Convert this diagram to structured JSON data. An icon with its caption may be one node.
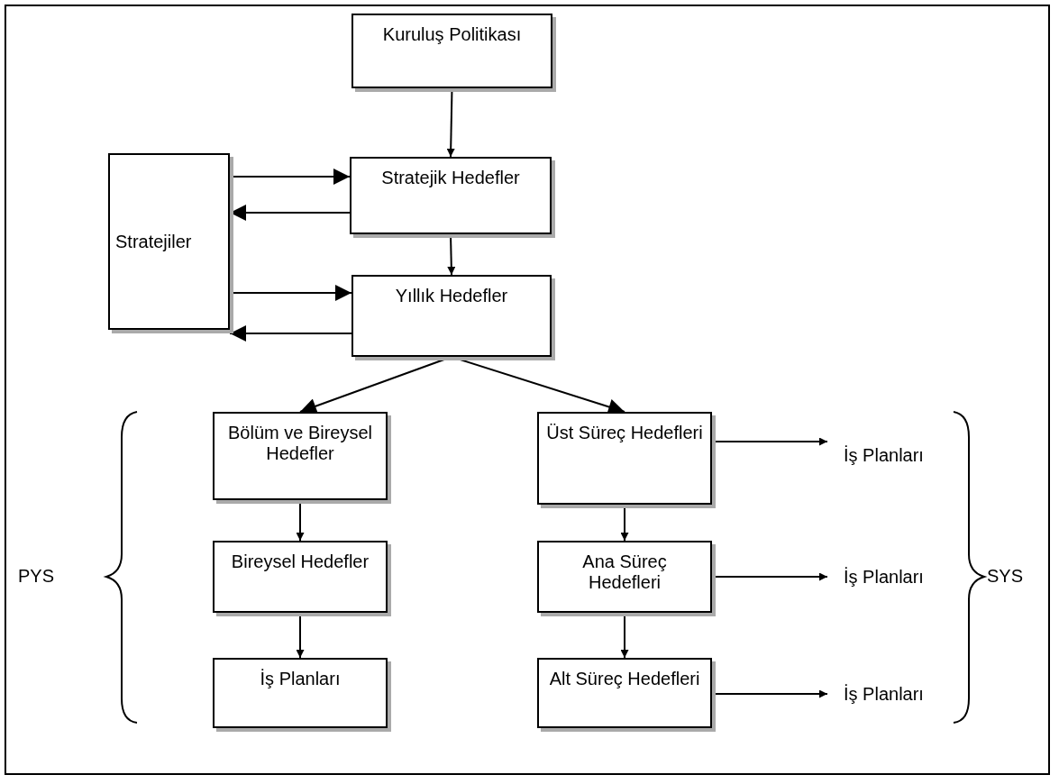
{
  "diagram": {
    "nodes": [
      {
        "text": [
          "Kuruluş Politikası"
        ]
      },
      {
        "text": [
          "Stratejik Hedefler"
        ]
      },
      {
        "text": [
          "Stratejiler"
        ]
      },
      {
        "text": [
          "Yıllık Hedefler"
        ]
      },
      {
        "text": [
          "Bölüm ve Bireysel Hedefler"
        ]
      },
      {
        "text": [
          "Üst Süreç Hedefleri"
        ]
      },
      {
        "text": [
          "İş Planları"
        ]
      },
      {
        "text": [
          "Bireysel Hedefler"
        ]
      },
      {
        "text": [
          "Ana Süreç Hedefleri"
        ]
      },
      {
        "text": [
          "İş Planları"
        ]
      },
      {
        "text": [
          "İş Planları"
        ]
      },
      {
        "text": [
          "Alt Süreç Hedefleri"
        ]
      },
      {
        "text": [
          "İş Planları"
        ]
      }
    ],
    "edges": [
      {
        "from": 0,
        "to": 1,
        "arrow": "to"
      },
      {
        "from": 2,
        "to": 1,
        "arrow": "to"
      },
      {
        "from": 1,
        "to": 2,
        "arrow": "to"
      },
      {
        "from": 1,
        "to": 3,
        "arrow": "to"
      },
      {
        "from": 2,
        "to": 3,
        "arrow": "to"
      },
      {
        "from": 3,
        "to": 2,
        "arrow": "to"
      },
      {
        "from": 3,
        "to": 4,
        "arrow": "to"
      },
      {
        "from": 3,
        "to": 5,
        "arrow": "to"
      },
      {
        "from": 4,
        "to": 7,
        "arrow": "to"
      },
      {
        "from": 7,
        "to": 10,
        "arrow": "to"
      },
      {
        "from": 5,
        "to": 8,
        "arrow": "to"
      },
      {
        "from": 8,
        "to": 11,
        "arrow": "to"
      },
      {
        "from": 5,
        "to": 6,
        "arrow": "to"
      },
      {
        "from": 8,
        "to": 9,
        "arrow": "to"
      },
      {
        "from": 11,
        "to": 12,
        "arrow": "to"
      }
    ],
    "labels": [
      "PYS",
      "SYS"
    ]
  }
}
